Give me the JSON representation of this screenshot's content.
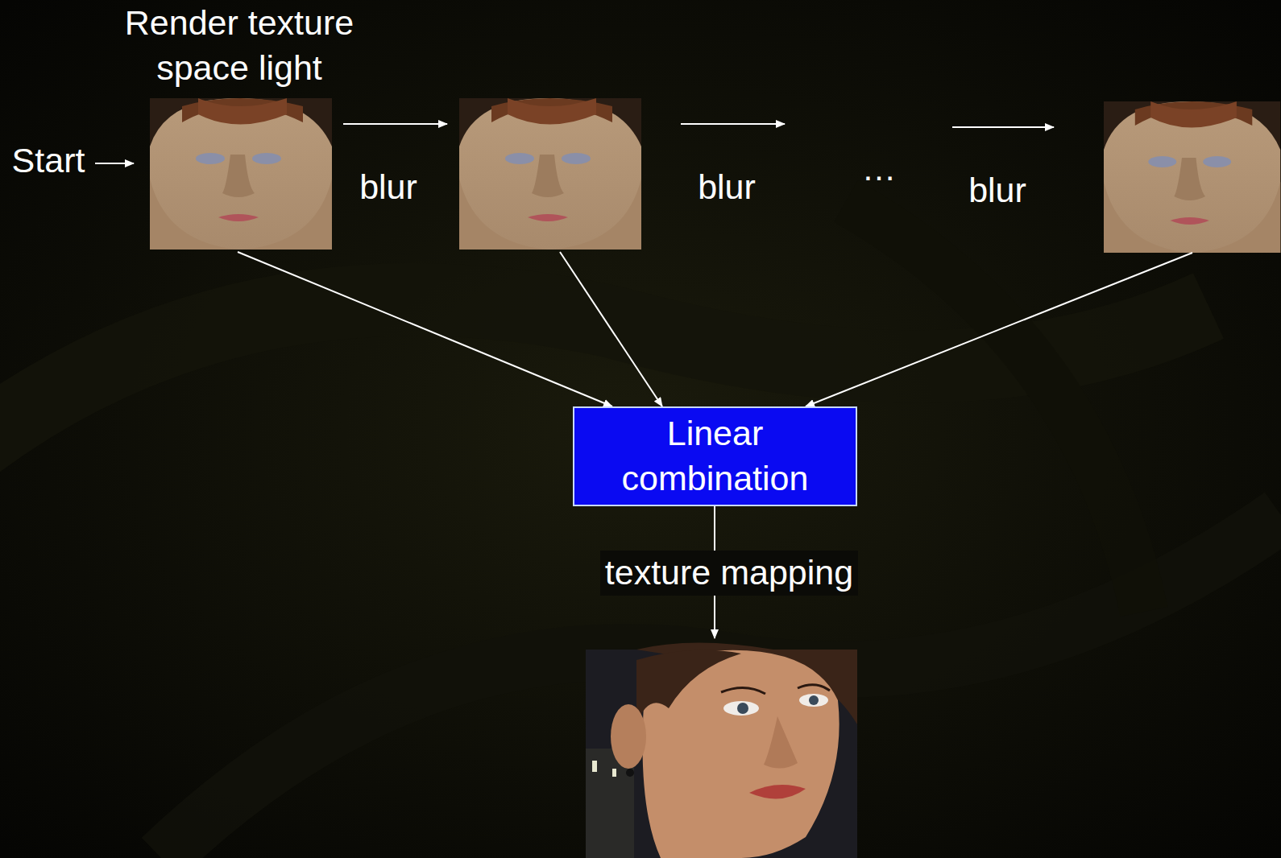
{
  "diagram": {
    "nodes": [
      {
        "text": [
          "Linear combination"
        ]
      }
    ],
    "labels": [
      "Render texture space light",
      "Start",
      "blur",
      "blur",
      "…",
      "blur",
      "texture mapping"
    ]
  }
}
